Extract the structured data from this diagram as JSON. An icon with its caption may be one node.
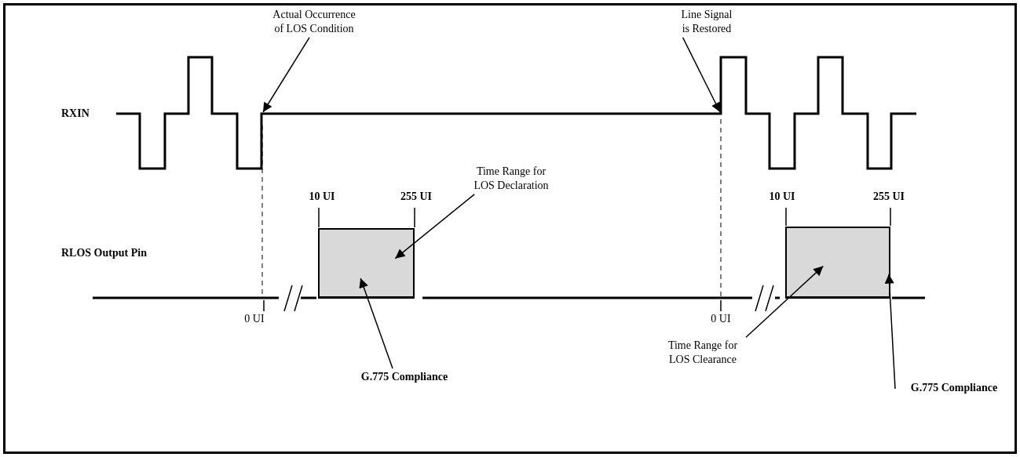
{
  "diagram": {
    "nodes": [
      {
        "text": [
          "Actual Occurrence of LOS Condition"
        ]
      },
      {
        "text": [
          "Line Signal is Restored"
        ]
      },
      {
        "text": [
          "Time Range for LOS Declaration"
        ]
      },
      {
        "text": [],
        "shape": "box"
      },
      {
        "text": [
          "G.775 Compliance"
        ]
      },
      {
        "text": [],
        "shape": "box"
      },
      {
        "text": [
          "Time Range for LOS Clearance"
        ]
      },
      {
        "text": [
          "G.775 Compliance"
        ]
      }
    ],
    "edges": [
      {
        "from": 0,
        "to": null,
        "arrow": "to"
      },
      {
        "from": 1,
        "to": null,
        "arrow": "to"
      },
      {
        "from": 2,
        "to": 3,
        "arrow": "to"
      },
      {
        "from": 4,
        "to": 3,
        "arrow": "to"
      },
      {
        "from": 6,
        "to": 5,
        "arrow": "to"
      },
      {
        "from": 7,
        "to": 5,
        "arrow": "to"
      }
    ],
    "labels": [
      "RXIN",
      "10 UI",
      "255 UI",
      "10 UI",
      "255 UI",
      "RLOS Output Pin",
      "0 UI",
      "0 UI"
    ]
  }
}
